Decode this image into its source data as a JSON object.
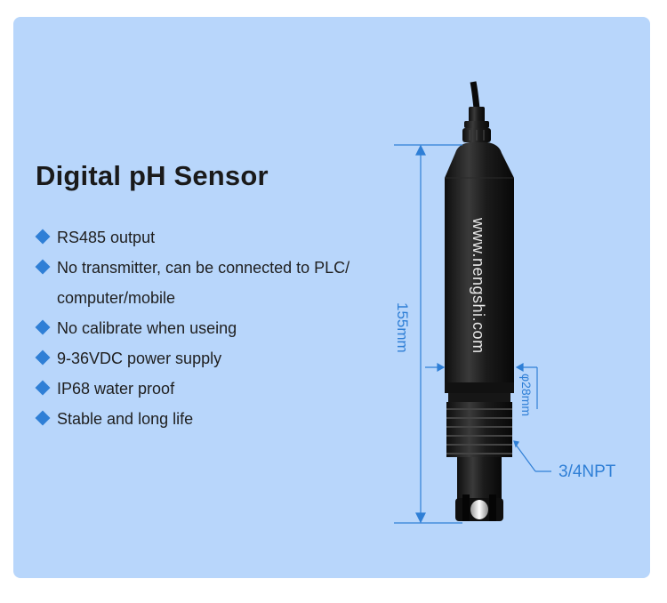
{
  "title": "Digital pH Sensor",
  "features": [
    {
      "text": "RS485 output"
    },
    {
      "text": "No transmitter, can be connected to PLC/"
    },
    {
      "text": "computer/mobile",
      "continuation": true
    },
    {
      "text": "No calibrate when useing"
    },
    {
      "text": "9-36VDC power supply"
    },
    {
      "text": "IP68 water proof"
    },
    {
      "text": "Stable and long life"
    }
  ],
  "sensor": {
    "brand_text": "www.nengshi.com",
    "length_label": "155mm",
    "diameter_label": "φ28mm",
    "thread_label": "3/4NPT"
  },
  "colors": {
    "background": "#b8d6fb",
    "accent": "#2f7fd6",
    "sensor_body": "#1c1c1c"
  }
}
